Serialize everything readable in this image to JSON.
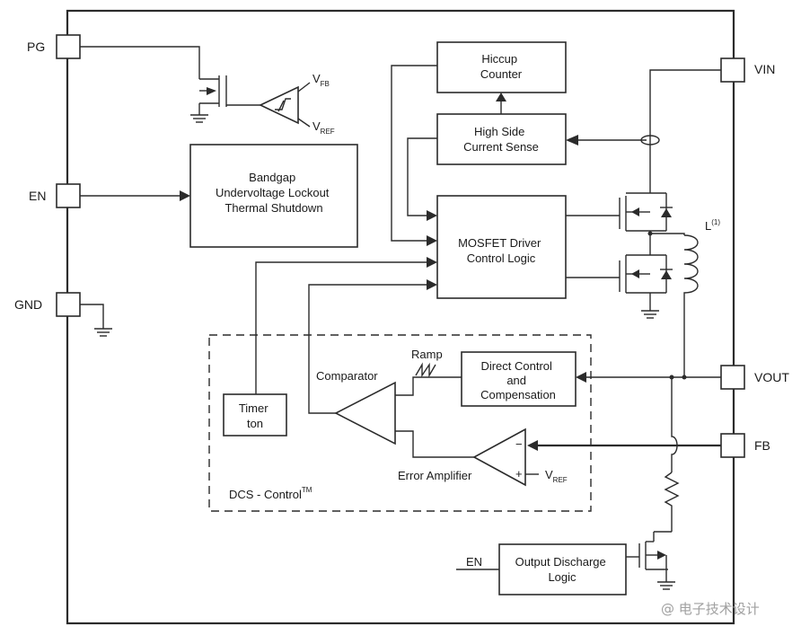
{
  "pins": {
    "pg": "PG",
    "en": "EN",
    "gnd": "GND",
    "vin": "VIN",
    "vout": "VOUT",
    "fb": "FB"
  },
  "blocks": {
    "hiccup": [
      "Hiccup",
      "Counter"
    ],
    "high_side": [
      "High Side",
      "Current Sense"
    ],
    "bandgap": [
      "Bandgap",
      "Undervoltage Lockout",
      "Thermal Shutdown"
    ],
    "mosfet_driver": [
      "MOSFET Driver",
      "Control Logic"
    ],
    "direct_control": [
      "Direct Control",
      "and",
      "Compensation"
    ],
    "timer": [
      "Timer",
      "ton"
    ],
    "output_discharge": [
      "Output Discharge",
      "Logic"
    ]
  },
  "labels": {
    "vfb_main": "V",
    "vfb_sub": "FB",
    "vref1_main": "V",
    "vref1_sub": "REF",
    "vref2_main": "V",
    "vref2_sub": "REF",
    "inductor_main": "L",
    "inductor_sup": "(1)",
    "ramp": "Ramp",
    "comparator": "Comparator",
    "error_amp": "Error Amplifier",
    "dcs_main": "DCS - Control",
    "dcs_sup": "TM",
    "discharge_en": "EN",
    "plus": "+",
    "minus": "−"
  },
  "watermark": "@ 电子技术设计",
  "colors": {
    "line": "#2b2b2b",
    "text": "#1a1a1a",
    "watermark": "#a0a0a0"
  }
}
